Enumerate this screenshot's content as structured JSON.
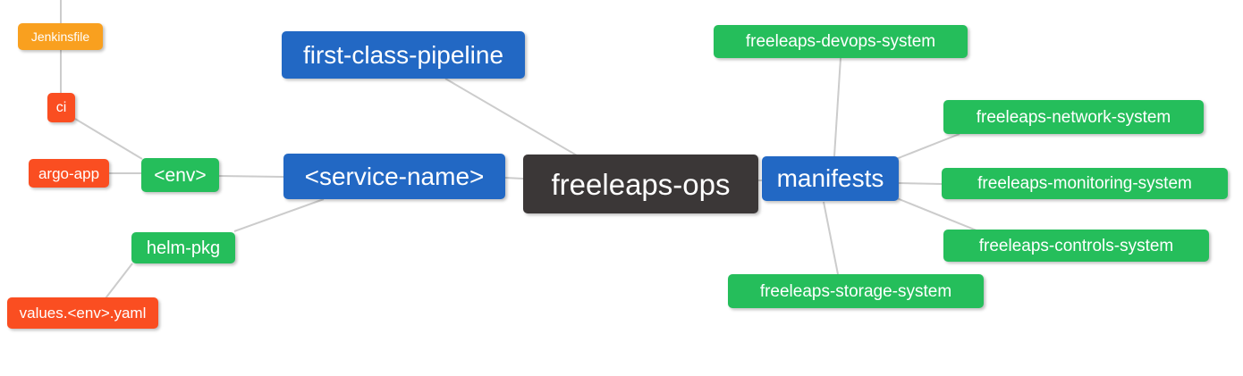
{
  "diagram": {
    "type": "mindmap",
    "background_color": "#FFFFFF",
    "edge_color": "#CCCCCC",
    "palette": {
      "orange": "#F9A01F",
      "red": "#FA4E21",
      "green": "#25BE5B",
      "blue": "#2268C4",
      "dark": "#3B3737"
    },
    "nodes": {
      "jenkinsfile": {
        "label": "Jenkinsfile",
        "color_role": "orange"
      },
      "ci": {
        "label": "ci",
        "color_role": "red"
      },
      "argo_app": {
        "label": "argo-app",
        "color_role": "red"
      },
      "env": {
        "label": "<env>",
        "color_role": "green"
      },
      "helm_pkg": {
        "label": "helm-pkg",
        "color_role": "green"
      },
      "values_env_yaml": {
        "label": "values.<env>.yaml",
        "color_role": "red"
      },
      "first_class_pipeline": {
        "label": "first-class-pipeline",
        "color_role": "blue"
      },
      "service_name": {
        "label": "<service-name>",
        "color_role": "blue"
      },
      "freeleaps_ops": {
        "label": "freeleaps-ops",
        "color_role": "dark"
      },
      "manifests": {
        "label": "manifests",
        "color_role": "blue"
      },
      "devops_system": {
        "label": "freeleaps-devops-system",
        "color_role": "green"
      },
      "network_system": {
        "label": "freeleaps-network-system",
        "color_role": "green"
      },
      "monitoring_system": {
        "label": "freeleaps-monitoring-system",
        "color_role": "green"
      },
      "controls_system": {
        "label": "freeleaps-controls-system",
        "color_role": "green"
      },
      "storage_system": {
        "label": "freeleaps-storage-system",
        "color_role": "green"
      }
    },
    "edges": [
      {
        "from": "jenkinsfile",
        "to": "offscreen-top"
      },
      {
        "from": "jenkinsfile",
        "to": "ci"
      },
      {
        "from": "ci",
        "to": "env"
      },
      {
        "from": "argo_app",
        "to": "env"
      },
      {
        "from": "env",
        "to": "service_name"
      },
      {
        "from": "first_class_pipeline",
        "to": "freeleaps_ops"
      },
      {
        "from": "service_name",
        "to": "helm_pkg"
      },
      {
        "from": "helm_pkg",
        "to": "values_env_yaml"
      },
      {
        "from": "service_name",
        "to": "freeleaps_ops"
      },
      {
        "from": "freeleaps_ops",
        "to": "manifests"
      },
      {
        "from": "manifests",
        "to": "devops_system"
      },
      {
        "from": "manifests",
        "to": "network_system"
      },
      {
        "from": "manifests",
        "to": "monitoring_system"
      },
      {
        "from": "manifests",
        "to": "controls_system"
      },
      {
        "from": "manifests",
        "to": "storage_system"
      }
    ]
  }
}
